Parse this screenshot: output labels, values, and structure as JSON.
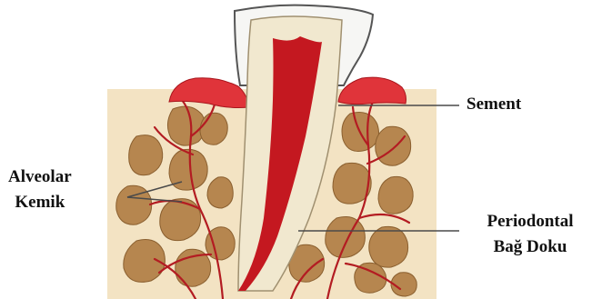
{
  "labels": {
    "sement": "Sement",
    "alveolar_line1": "Alveolar",
    "alveolar_line2": "Kemik",
    "periodontal_line1": "Periodontal",
    "periodontal_line2": "Bağ Doku"
  },
  "colors": {
    "bone_bg": "#f3e3c3",
    "trabecula": "#b6864f",
    "trabecula_light": "#d2b07d",
    "gum": "#e0343a",
    "vessel": "#b31c22",
    "pulp": "#c41820",
    "dentin": "#f1e8cf",
    "enamel": "#f6f6f4",
    "leader": "#4a4a4a"
  }
}
